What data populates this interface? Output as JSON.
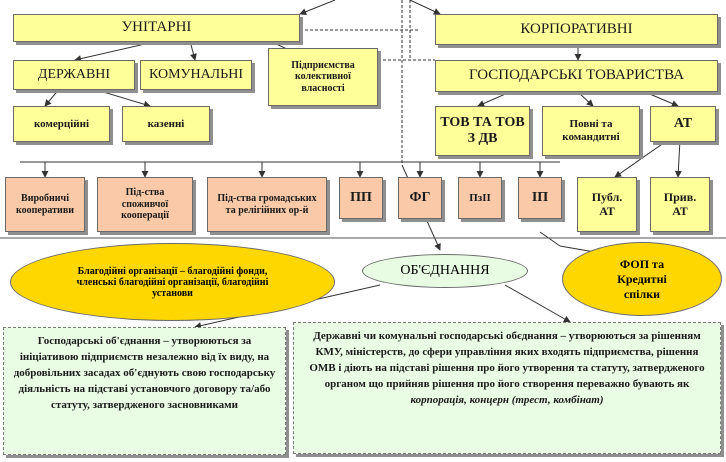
{
  "top": {
    "unitary": "УНІТАРНІ",
    "corporate": "КОРПОРАТИВНІ"
  },
  "unitary": {
    "state": "ДЕРЖАВНІ",
    "communal": "КОМУНАЛЬНІ",
    "collective": "Підприємства колективної власності",
    "commercial": "комерційні",
    "treasury": "казенні"
  },
  "corporate": {
    "business_companies": "ГОСПОДАРСЬКІ ТОВАРИСТВА",
    "llc": "ТОВ ТА ТОВ З ДВ",
    "partnerships": "Повні та командитні",
    "jsc": "АТ",
    "public_jsc": "Публ. АТ",
    "private_jsc": "Прив. АТ"
  },
  "second_row": {
    "coop_production": "Виробничі кооперативи",
    "coop_consumer": "Під-ства споживчої кооперації",
    "public_religious": "Під-ства громадських та релігійних ор-й",
    "pp": "ПП",
    "fg": "ФГ",
    "pzi": "ПзІІ",
    "ip": "ІП"
  },
  "ovals": {
    "charity": "Благодійні організації – благодійні фонди, членські благодійні організації, благодійні установи",
    "associations": "ОБ'ЄДНАННЯ",
    "fop": "ФОП та Кредитні спілки"
  },
  "notes": {
    "economic_assoc": "Господарські об'єднання – утворюються за ініціативою підприємств незалежно від їх виду, на добровільних засадах об'єднують свою господарську діяльність на підставі установчого договору та/або статуту, затвердженого засновниками",
    "state_assoc_main": "Державні чи комунальні господарські обєднання – утворюються за рішенням КМУ, міністерств, до сфери управління яких входять підприємства, рішення ОМВ і діють на підставі рішення про його утворення та статуту, затвердженого органом що прийняв рішення про його створення переважно бувають як ",
    "state_assoc_examples": "корпорація, концерн (трест, комбінат)"
  },
  "colors": {
    "yellow": "#ffff99",
    "peach": "#f9c9a8",
    "oval_yellow": "#ffd700",
    "oval_green": "#e8fbe3",
    "note_green": "#e9fce4"
  }
}
